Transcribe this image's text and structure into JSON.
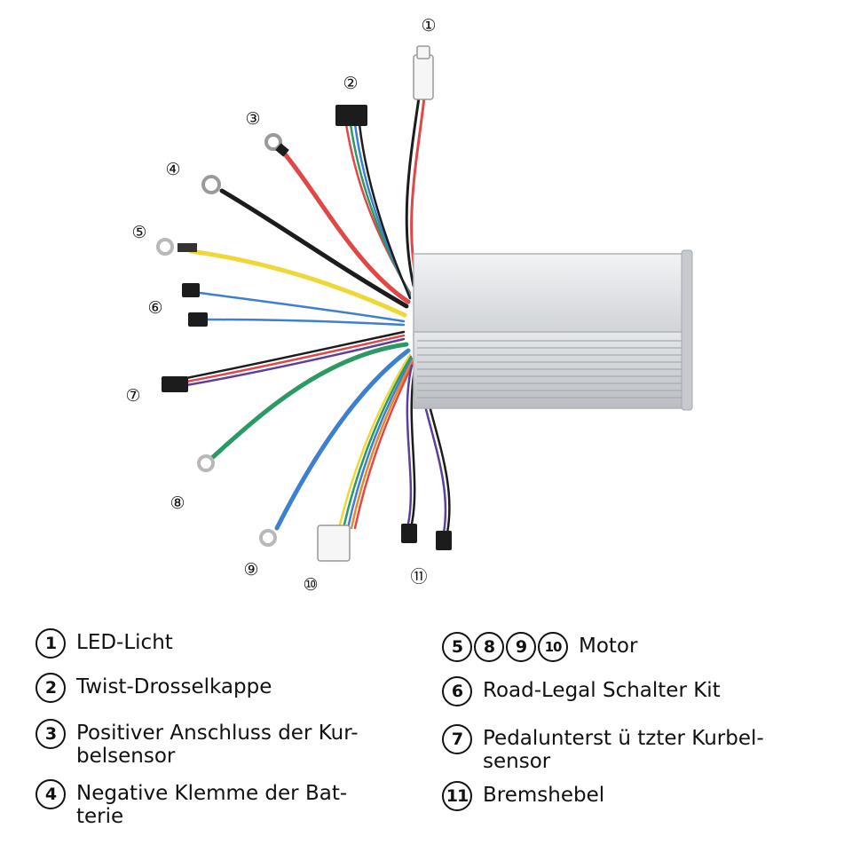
{
  "callouts": [
    {
      "id": "1",
      "label": "①"
    },
    {
      "id": "2",
      "label": "②"
    },
    {
      "id": "3",
      "label": "③"
    },
    {
      "id": "4",
      "label": "④"
    },
    {
      "id": "5",
      "label": "⑤"
    },
    {
      "id": "6",
      "label": "⑥"
    },
    {
      "id": "7",
      "label": "⑦"
    },
    {
      "id": "8",
      "label": "⑧"
    },
    {
      "id": "9",
      "label": "⑨"
    },
    {
      "id": "10",
      "label": "⑩"
    },
    {
      "id": "11",
      "label": "⑪"
    }
  ],
  "legend": {
    "left": [
      {
        "badges": [
          "1"
        ],
        "lines": [
          "LED-Licht"
        ]
      },
      {
        "badges": [
          "2"
        ],
        "lines": [
          "Twist-Drosselkappe"
        ]
      },
      {
        "badges": [
          "3"
        ],
        "lines": [
          "Positiver Anschluss der Kur-",
          "belsensor"
        ]
      },
      {
        "badges": [
          "4"
        ],
        "lines": [
          "Negative Klemme der Bat-",
          "terie"
        ]
      }
    ],
    "right": [
      {
        "badges": [
          "5",
          "8",
          "9",
          "10"
        ],
        "lines": [
          "Motor"
        ]
      },
      {
        "badges": [
          "6"
        ],
        "lines": [
          "Road-Legal Schalter Kit"
        ]
      },
      {
        "badges": [
          "7"
        ],
        "lines": [
          "Pedalunterst ü tzter Kurbel-",
          "sensor"
        ]
      },
      {
        "badges": [
          "11"
        ],
        "lines": [
          "Bremshebel"
        ]
      }
    ]
  },
  "colors": {
    "red": "#e04848",
    "black": "#1c1c1c",
    "yellow": "#efd738",
    "blue": "#3f7fd0",
    "green": "#2a9a62",
    "purple": "#5b3f9a",
    "orange": "#e8892a",
    "housing": "#d4d7db"
  }
}
